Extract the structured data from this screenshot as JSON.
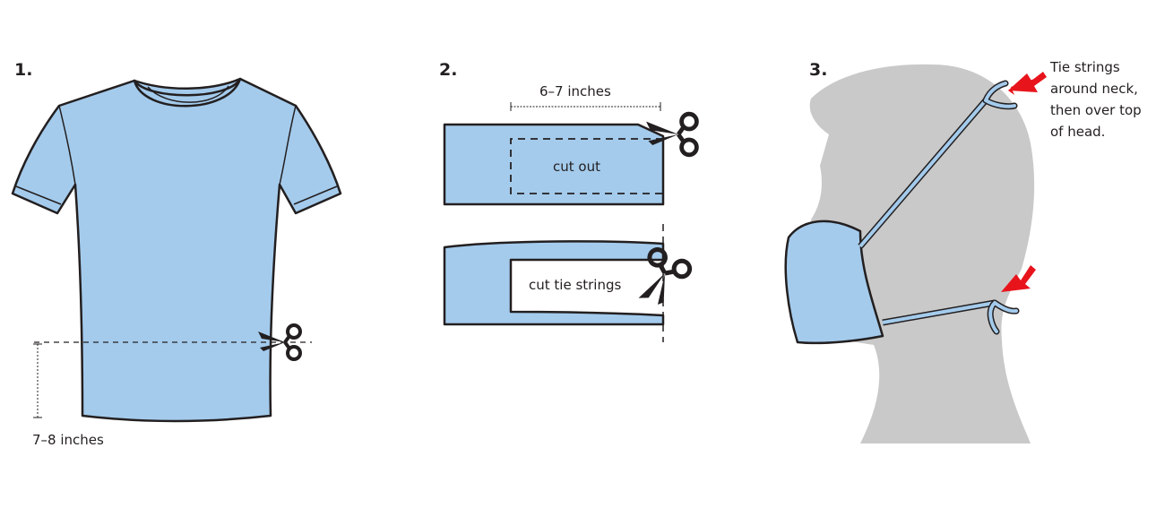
{
  "steps": [
    {
      "number": "1.",
      "measure": "7–8 inches"
    },
    {
      "number": "2.",
      "measure": "6–7 inches",
      "cut_out": "cut out",
      "cut_tie": "cut tie strings"
    },
    {
      "number": "3.",
      "instruction": [
        "Tie strings",
        "around neck,",
        "then over top",
        "of head."
      ]
    }
  ],
  "colors": {
    "fabric": "#a4cbec",
    "outline": "#231f20",
    "head": "#c9c9c9",
    "arrow": "#e8141c"
  }
}
